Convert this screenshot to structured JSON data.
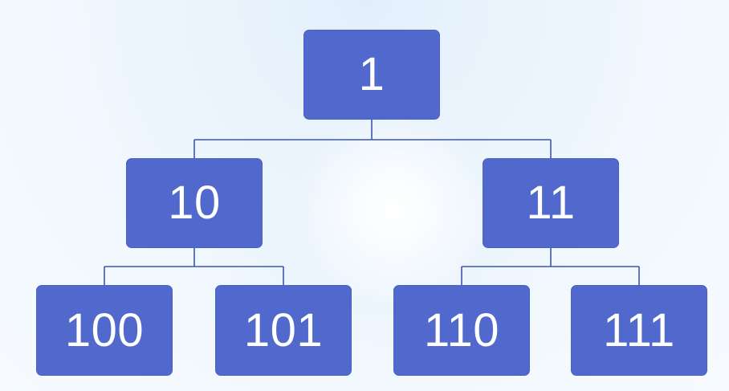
{
  "tree": {
    "root": {
      "label": "1"
    },
    "left": {
      "label": "10",
      "children": [
        {
          "label": "100"
        },
        {
          "label": "101"
        }
      ]
    },
    "right": {
      "label": "11",
      "children": [
        {
          "label": "110"
        },
        {
          "label": "111"
        }
      ]
    }
  },
  "colors": {
    "node_fill": "#5169cc",
    "node_text": "#ffffff",
    "connector": "#3f54b7"
  }
}
